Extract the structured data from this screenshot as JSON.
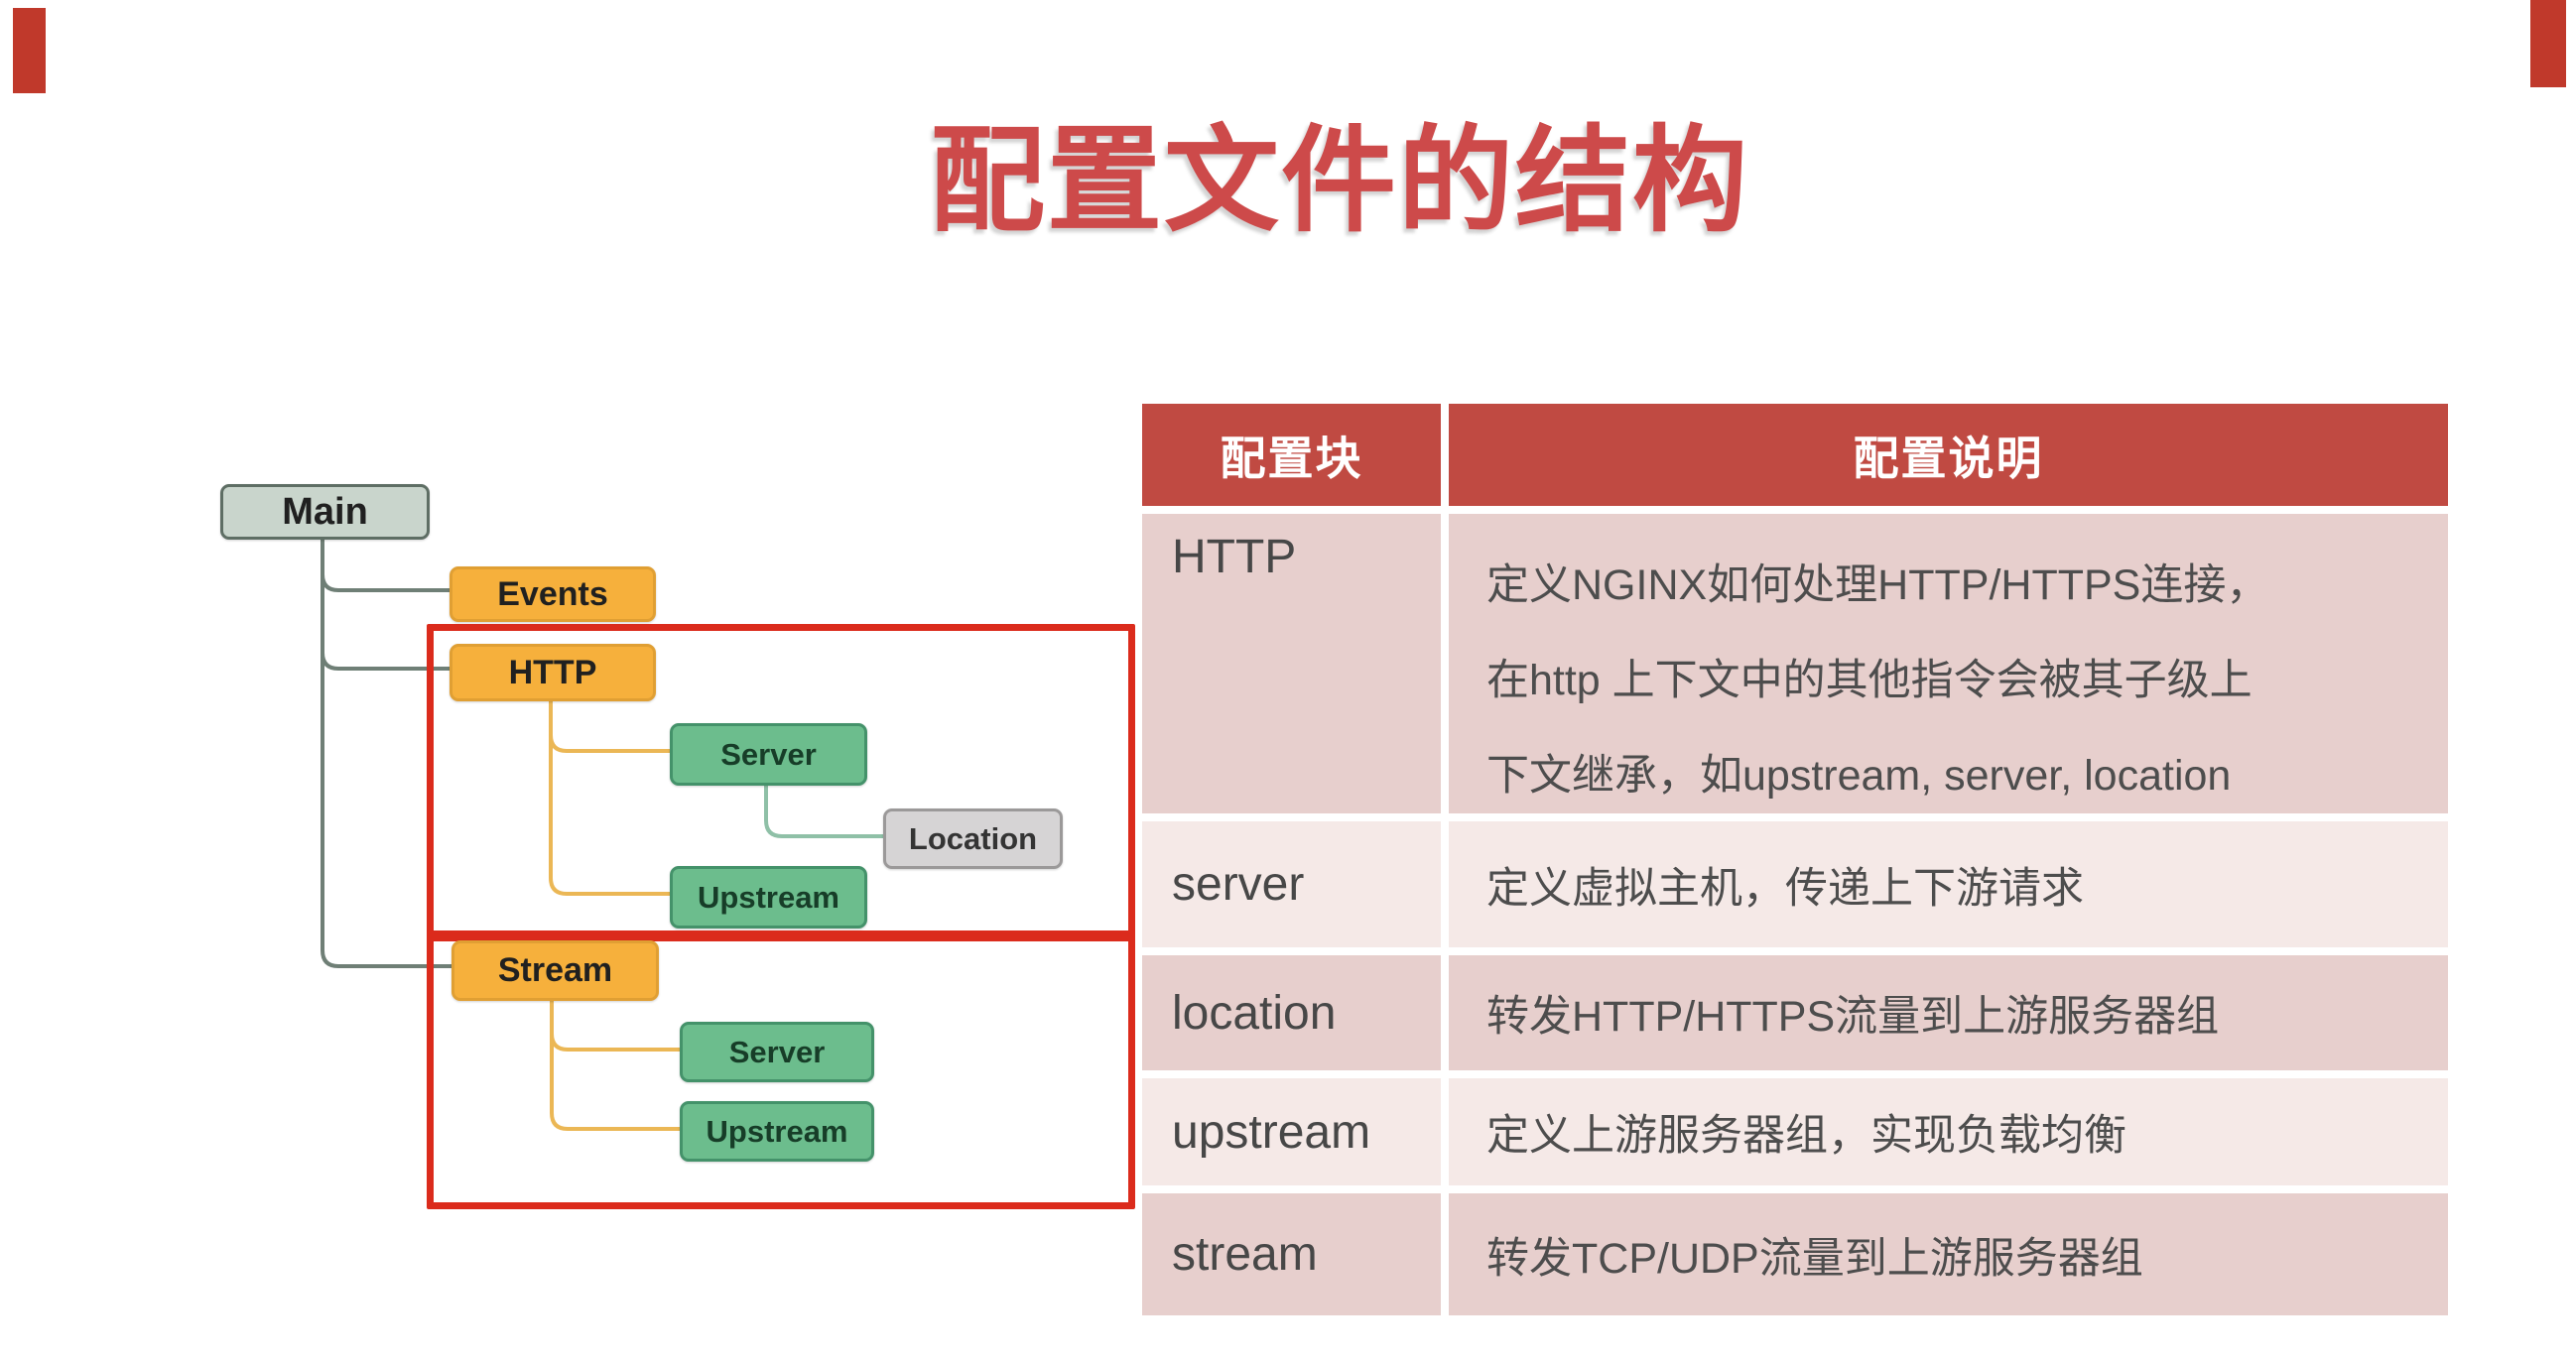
{
  "slide": {
    "title": "配置文件的结构",
    "title_color": "#cd4a4a"
  },
  "tree": {
    "nodes": {
      "main": {
        "label": "Main",
        "color": "#c9d5cc"
      },
      "events": {
        "label": "Events",
        "color": "#f6b03c"
      },
      "http": {
        "label": "HTTP",
        "color": "#f6b03c"
      },
      "http_server": {
        "label": "Server",
        "color": "#6cbd8d"
      },
      "http_location": {
        "label": "Location",
        "color": "#d6d4d5"
      },
      "http_upstream": {
        "label": "Upstream",
        "color": "#6cbd8d"
      },
      "stream": {
        "label": "Stream",
        "color": "#f6b03c"
      },
      "stream_server": {
        "label": "Server",
        "color": "#6cbd8d"
      },
      "stream_upstream": {
        "label": "Upstream",
        "color": "#6cbd8d"
      }
    },
    "highlight_box_color": "#db2b1c",
    "connector_colors": {
      "main_branch": "#6f7f76",
      "http_branch": "#ebb755",
      "server_branch": "#8fc0a7"
    }
  },
  "table": {
    "headers": [
      "配置块",
      "配置说明"
    ],
    "header_bg": "#c04a42",
    "row_bg_dark": "#e7cfcd",
    "row_bg_light": "#f5e9e7",
    "rows": [
      {
        "block": "HTTP",
        "desc_lines": [
          "定义NGINX如何处理HTTP/HTTPS连接，",
          "在http 上下文中的其他指令会被其子级上",
          "下文继承，如upstream, server, location"
        ]
      },
      {
        "block": "server",
        "desc": "定义虚拟主机，传递上下游请求"
      },
      {
        "block": "location",
        "desc": "转发HTTP/HTTPS流量到上游服务器组"
      },
      {
        "block": "upstream",
        "desc": "定义上游服务器组，实现负载均衡"
      },
      {
        "block": "stream",
        "desc": "转发TCP/UDP流量到上游服务器组"
      }
    ]
  }
}
